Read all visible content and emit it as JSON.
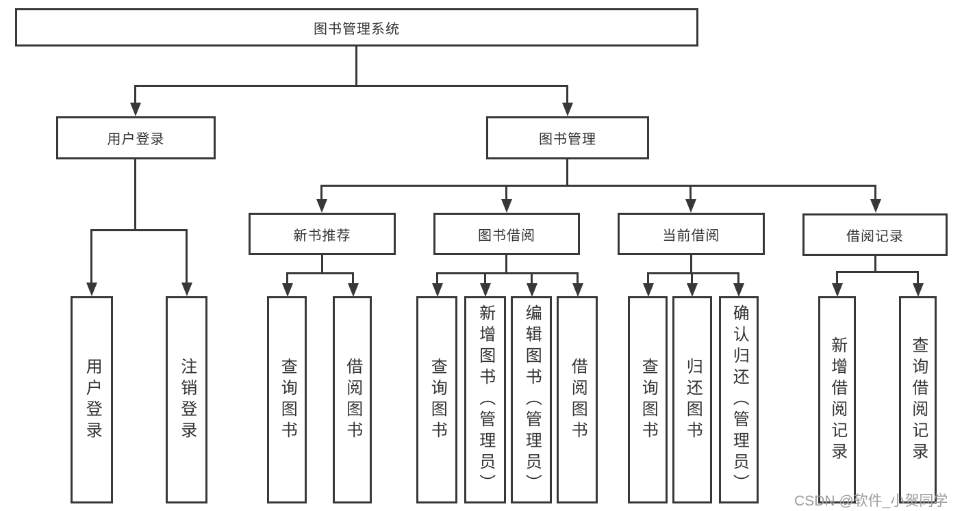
{
  "diagram": {
    "root": {
      "label": "图书管理系统"
    },
    "level2": [
      {
        "label": "用户登录"
      },
      {
        "label": "图书管理"
      }
    ],
    "level3": [
      {
        "label": "新书推荐",
        "parent": "图书管理"
      },
      {
        "label": "图书借阅",
        "parent": "图书管理"
      },
      {
        "label": "当前借阅",
        "parent": "图书管理"
      },
      {
        "label": "借阅记录",
        "parent": "图书管理"
      }
    ],
    "leaves": [
      {
        "label": "用户登录",
        "parent": "用户登录"
      },
      {
        "label": "注销登录",
        "parent": "用户登录"
      },
      {
        "label": "查询图书",
        "parent": "新书推荐"
      },
      {
        "label": "借阅图书",
        "parent": "新书推荐"
      },
      {
        "label": "查询图书",
        "parent": "图书借阅"
      },
      {
        "label": "新增图书（管理员）",
        "parent": "图书借阅"
      },
      {
        "label": "编辑图书（管理员）",
        "parent": "图书借阅"
      },
      {
        "label": "借阅图书",
        "parent": "图书借阅"
      },
      {
        "label": "查询图书",
        "parent": "当前借阅"
      },
      {
        "label": "归还图书",
        "parent": "当前借阅"
      },
      {
        "label": "确认归还（管理员）",
        "parent": "当前借阅"
      },
      {
        "label": "新增借阅记录",
        "parent": "借阅记录"
      },
      {
        "label": "查询借阅记录",
        "parent": "借阅记录"
      }
    ]
  },
  "watermark": {
    "text": "CSDN @软件_小贺同学"
  },
  "colors": {
    "line": "#383838",
    "text": "#333333",
    "background": "#ffffff",
    "watermark": "#9c9c9c"
  }
}
